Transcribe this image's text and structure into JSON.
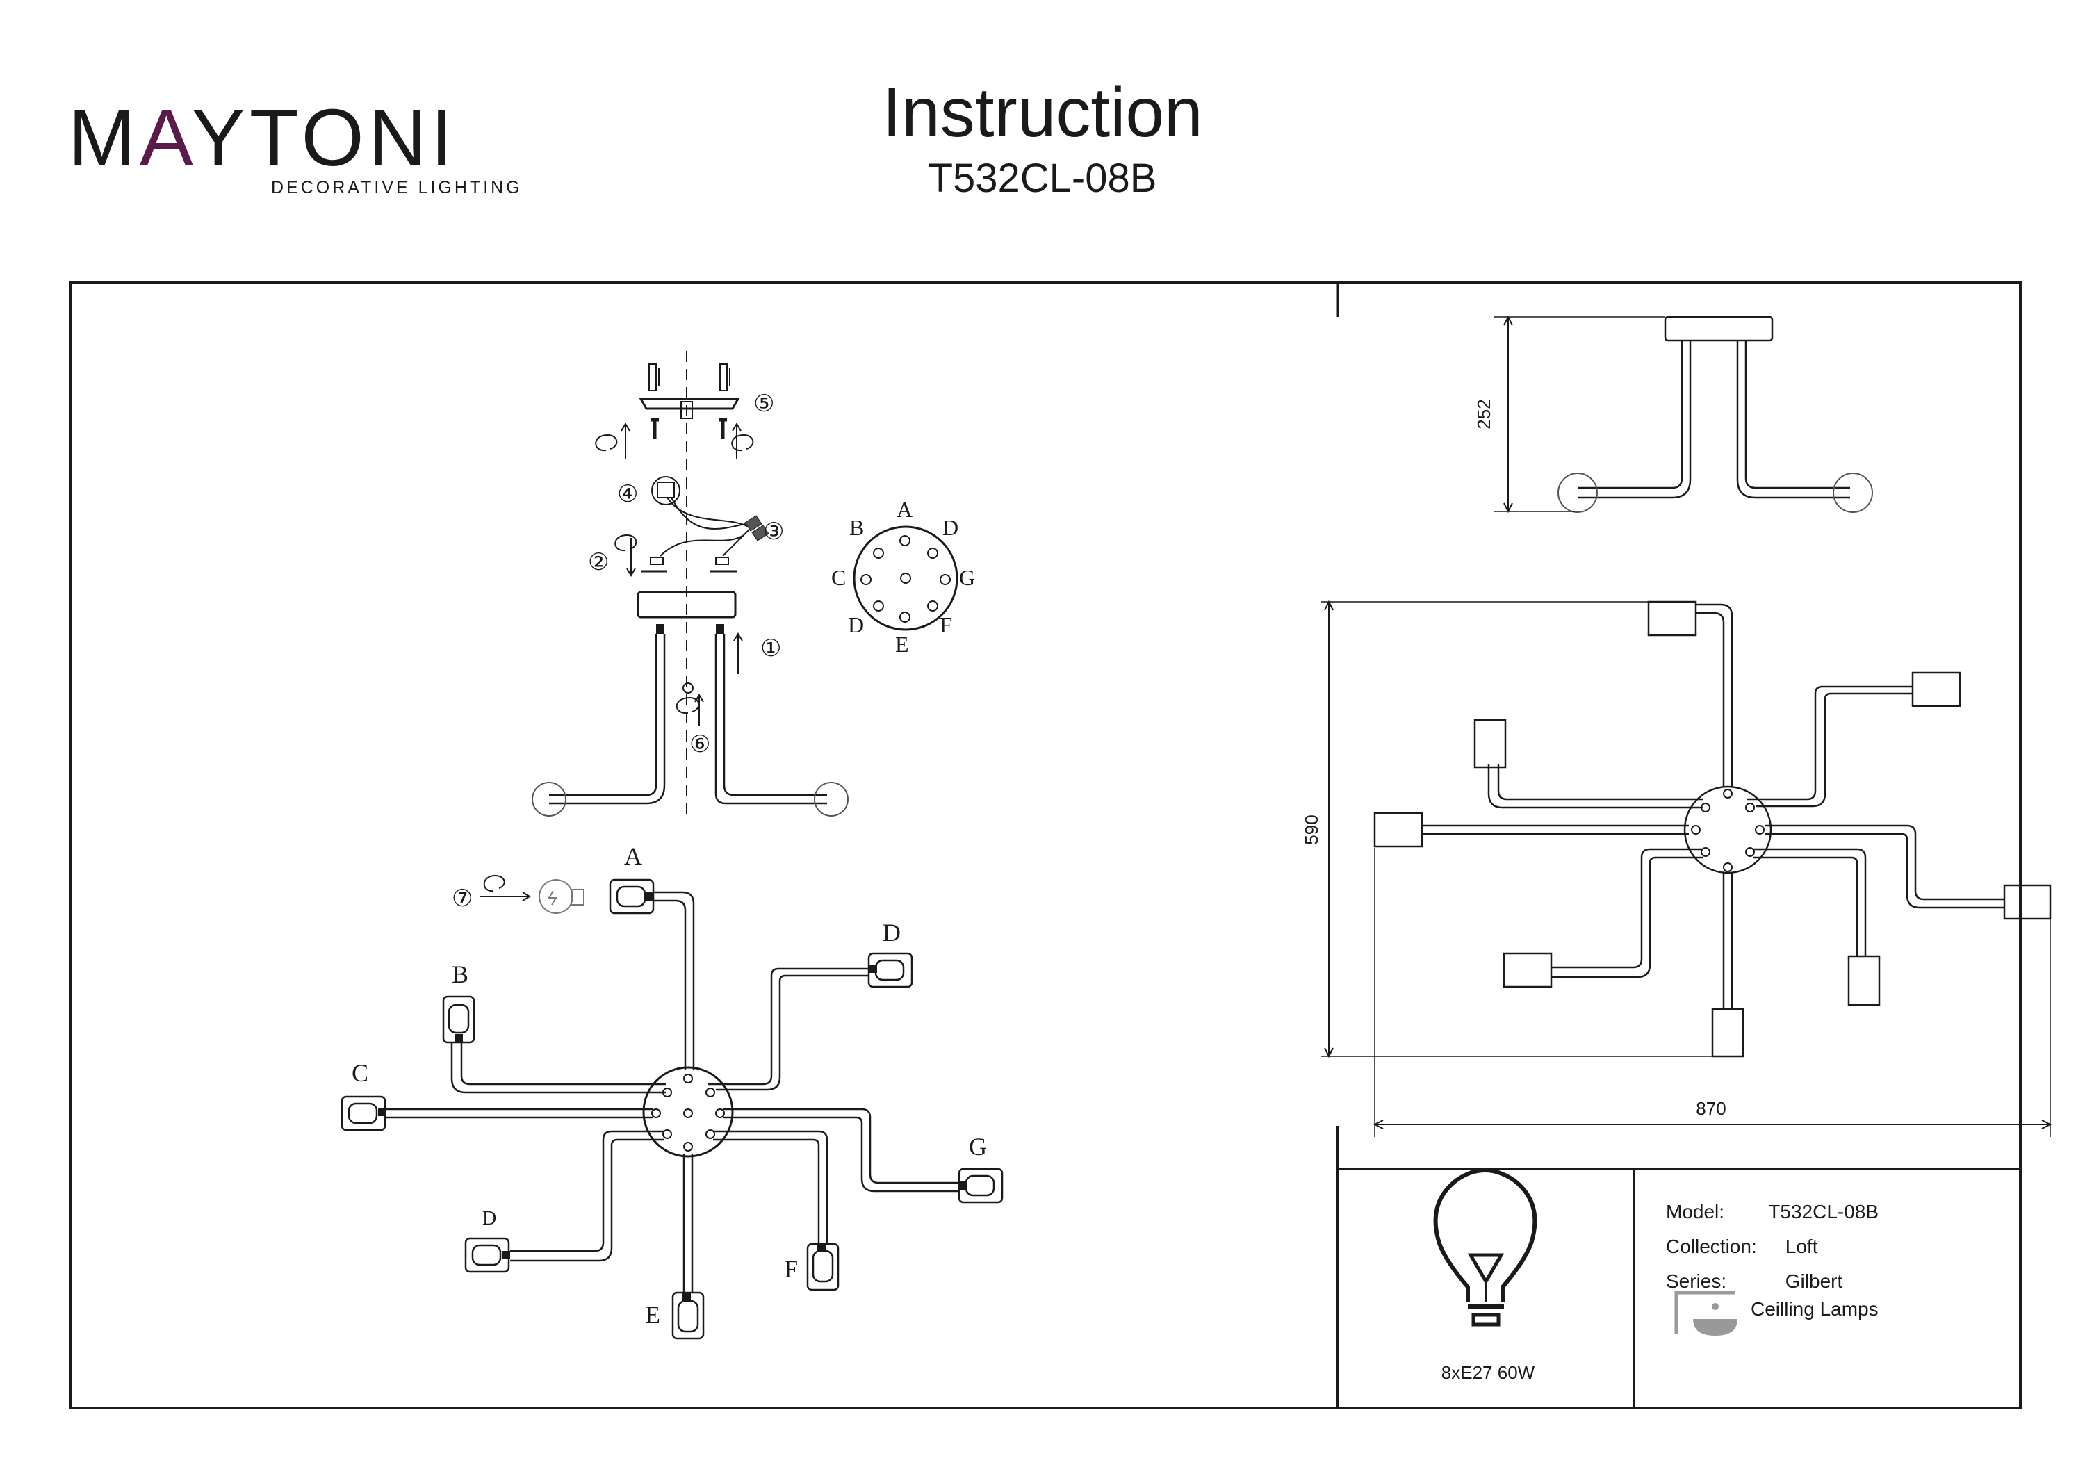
{
  "brand": {
    "name_prefix": "M",
    "name_accent": "A",
    "name_rest": "YTONI",
    "tagline": "DECORATIVE LIGHTING",
    "accent_color": "#5a1a4a"
  },
  "header": {
    "title": "Instruction",
    "model": "T532CL-08B"
  },
  "assembly_steps": [
    "①",
    "②",
    "③",
    "④",
    "⑤",
    "⑥",
    "⑦"
  ],
  "socket_labels": {
    "A": "A",
    "B": "B",
    "C": "C",
    "D": "D",
    "E": "E",
    "F": "F",
    "G": "G"
  },
  "dimensions": {
    "height": "252",
    "depth": "590",
    "width": "870"
  },
  "specs": {
    "model_label": "Model:",
    "model_value": "T532CL-08B",
    "collection_label": "Collection:",
    "collection_value": "Loft",
    "series_label": "Series:",
    "series_value": "Gilbert",
    "category": "Ceilling Lamps",
    "bulb": "8xE27 60W"
  }
}
